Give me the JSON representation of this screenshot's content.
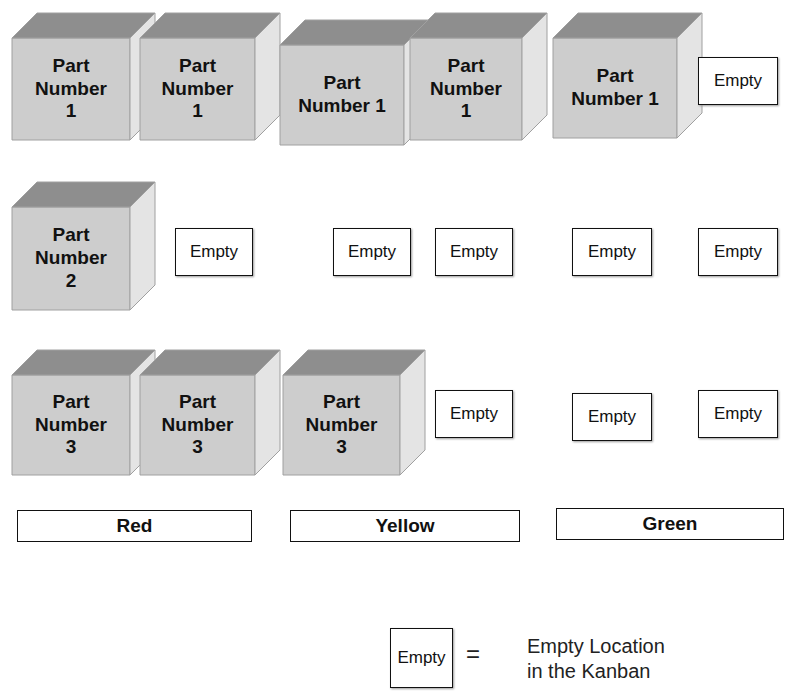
{
  "diagram": {
    "nodes": [
      {
        "text": [
          "Part Number 1"
        ]
      },
      {
        "text": [
          "Part Number 1"
        ]
      },
      {
        "text": [
          "Part Number 1"
        ]
      },
      {
        "text": [
          "Part Number 1"
        ]
      },
      {
        "text": [
          "Part Number 1"
        ]
      },
      {
        "text": [
          "Empty"
        ]
      },
      {
        "text": [
          "Part Number 2"
        ]
      },
      {
        "text": [
          "Empty"
        ]
      },
      {
        "text": [
          "Empty"
        ]
      },
      {
        "text": [
          "Empty"
        ]
      },
      {
        "text": [
          "Empty"
        ]
      },
      {
        "text": [
          "Empty"
        ]
      },
      {
        "text": [
          "Part Number 3"
        ]
      },
      {
        "text": [
          "Part Number 3"
        ]
      },
      {
        "text": [
          "Part Number 3"
        ]
      },
      {
        "text": [
          "Empty"
        ]
      },
      {
        "text": [
          "Empty"
        ]
      },
      {
        "text": [
          "Empty"
        ]
      },
      {
        "text": [
          "Red"
        ]
      },
      {
        "text": [
          "Yellow"
        ]
      },
      {
        "text": [
          "Green"
        ]
      },
      {
        "text": [
          "Empty"
        ]
      }
    ],
    "labels": [
      "="
    ],
    "legend": [
      {
        "text": "Empty Location in the Kanban"
      }
    ]
  }
}
